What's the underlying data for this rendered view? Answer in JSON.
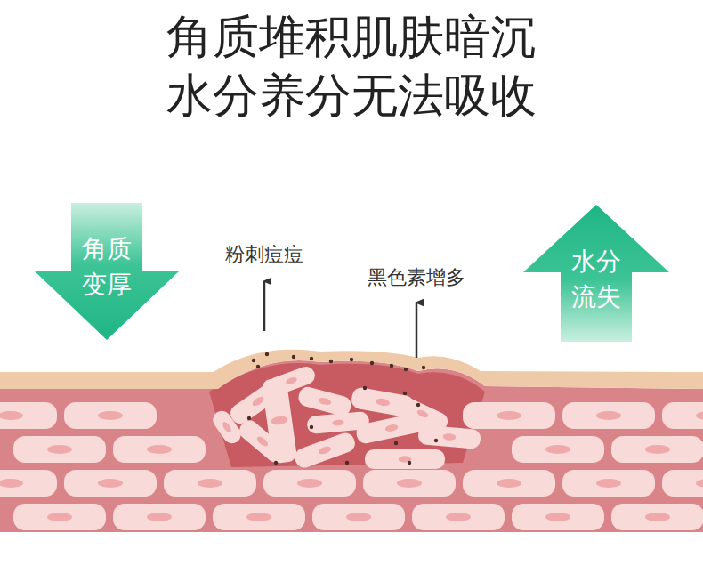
{
  "diagram": {
    "title": "角质堆积肌肤暗沉 水分养分无法吸收",
    "nodes": [
      {
        "text": [
          "角质 变厚"
        ]
      },
      {
        "text": [
          "水分 流失"
        ]
      }
    ],
    "labels": [
      "粉刺痘痘",
      "黑色素增多"
    ]
  }
}
